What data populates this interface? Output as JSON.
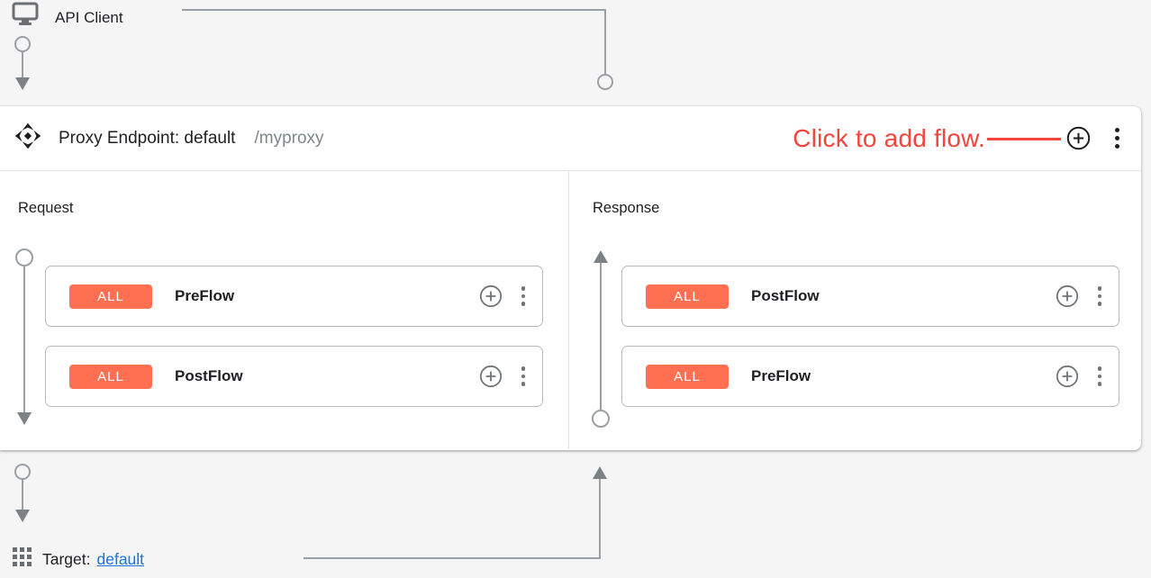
{
  "colors": {
    "annotation_red": "#f4453c",
    "condition_badge_orange": "#ff7052",
    "target_link_blue": "#1a73e8",
    "connector_gray": "#9aa0a6",
    "panel_white": "#ffffff",
    "canvas_gray": "#f5f5f5"
  },
  "api_client": {
    "label": "API Client"
  },
  "proxy_endpoint": {
    "title": "Proxy Endpoint: default",
    "base_path": "/myproxy",
    "annotation": "Click to add flow.",
    "request": {
      "label": "Request",
      "flows": [
        {
          "condition": "ALL",
          "name": "PreFlow"
        },
        {
          "condition": "ALL",
          "name": "PostFlow"
        }
      ]
    },
    "response": {
      "label": "Response",
      "flows": [
        {
          "condition": "ALL",
          "name": "PostFlow"
        },
        {
          "condition": "ALL",
          "name": "PreFlow"
        }
      ]
    }
  },
  "target": {
    "label": "Target:",
    "name": "default"
  }
}
